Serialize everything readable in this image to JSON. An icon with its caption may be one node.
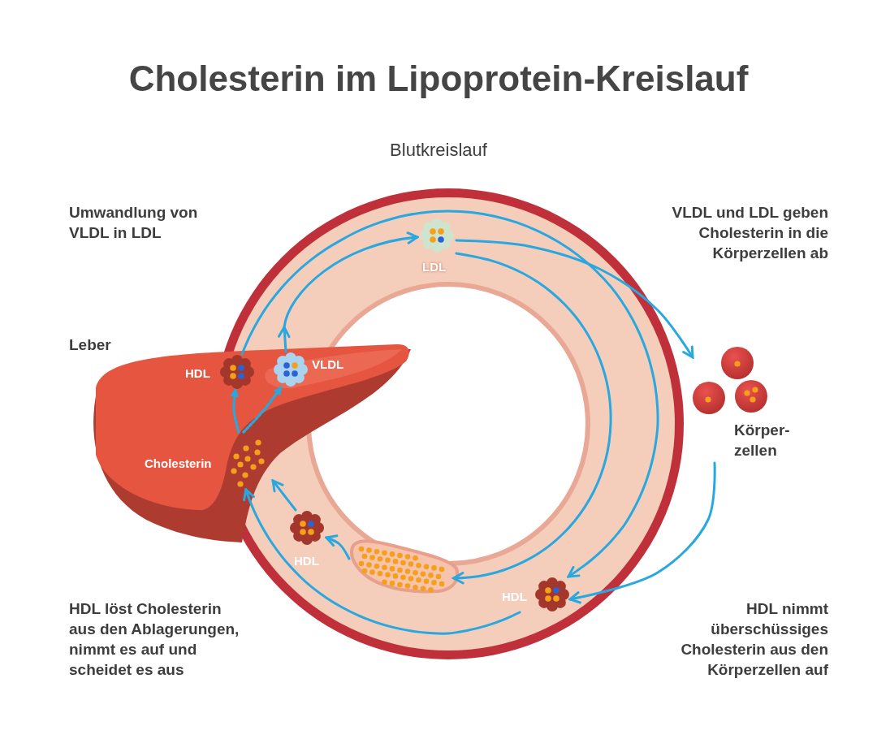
{
  "diagram": {
    "title": "Cholesterin im Lipoprotein-Kreislauf",
    "nodes": [
      {
        "text": [],
        "shape": "picture"
      },
      {
        "text": [
          "Cholesterin"
        ],
        "in": 0
      },
      {
        "text": [
          "HDL"
        ],
        "in": 0
      },
      {
        "text": [
          "VLDL"
        ],
        "in": 0
      },
      {
        "text": [
          "LDL"
        ]
      },
      {
        "text": [
          "Körper- zellen"
        ]
      },
      {
        "text": [
          "HDL"
        ]
      },
      {
        "text": [],
        "shape": "picture"
      },
      {
        "text": [
          "HDL"
        ]
      }
    ],
    "edges": [
      {
        "from": 1,
        "to": 2,
        "arrow": "to",
        "style": "dashed"
      },
      {
        "from": 1,
        "to": 3,
        "arrow": "to",
        "style": "dashed"
      },
      {
        "from": 3,
        "to": 4,
        "arrow": "to"
      },
      {
        "from": 2,
        "to": 6,
        "arrow": "to"
      },
      {
        "from": 4,
        "to": 5,
        "arrow": "to"
      },
      {
        "from": 4,
        "to": 7,
        "arrow": "to"
      },
      {
        "from": 5,
        "to": 6,
        "arrow": "to"
      },
      {
        "from": 7,
        "to": 8,
        "arrow": "to"
      },
      {
        "from": 8,
        "to": 0,
        "arrow": "to"
      },
      {
        "from": 6,
        "to": 0,
        "arrow": "to"
      }
    ],
    "labels": [
      "Blutkreislauf",
      "Umwandlung von VLDL in LDL",
      "VLDL und LDL geben Cholesterin in die Körperzellen ab",
      "Leber",
      "HDL löst Cholesterin aus den Ablagerungen, nimmt es auf und scheidet es aus",
      "HDL nimmt überschüssiges Cholesterin aus den Körperzellen auf"
    ]
  }
}
